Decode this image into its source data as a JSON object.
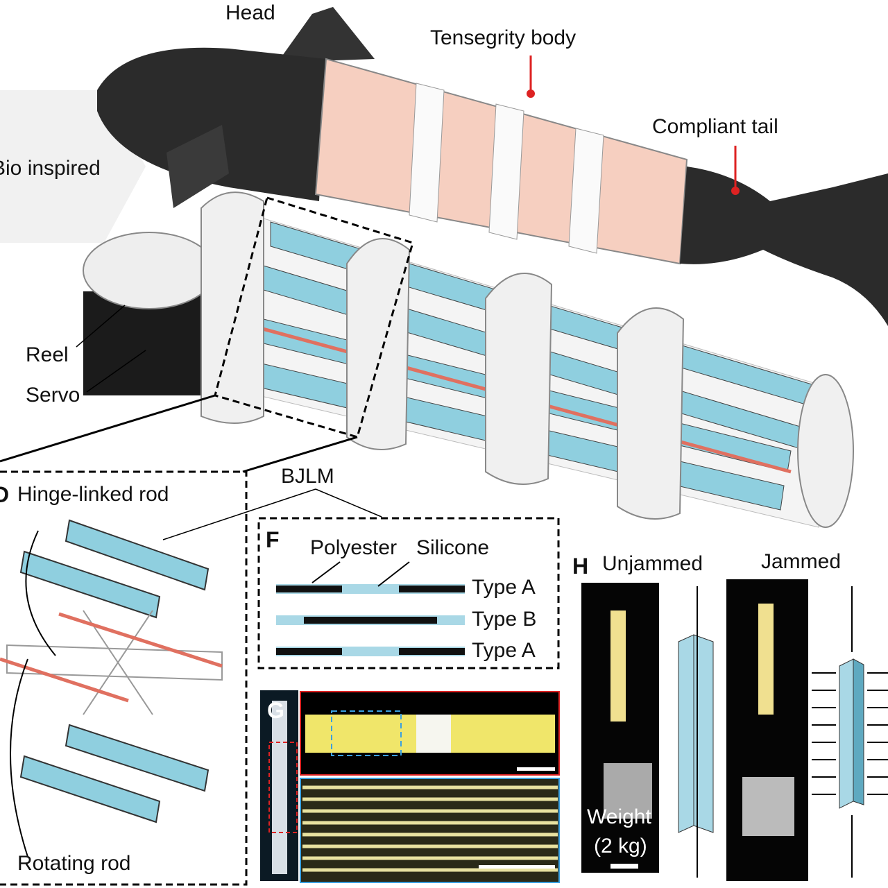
{
  "labels": {
    "head": "Head",
    "tensegrity_body": "Tensegrity body",
    "compliant_tail": "Compliant tail",
    "bio_inspired": "Bio inspired",
    "reel": "Reel",
    "servo": "Servo",
    "bjlm": "BJLM"
  },
  "panel_d": {
    "letter": "D",
    "hinge_linked_rod": "Hinge-linked rod",
    "rotating_rod": "Rotating rod"
  },
  "panel_f": {
    "letter": "F",
    "polyester": "Polyester",
    "silicone": "Silicone",
    "types": [
      "Type A",
      "Type B",
      "Type A"
    ]
  },
  "panel_g": {
    "letter": "G"
  },
  "panel_h": {
    "letter": "H",
    "unjammed": "Unjammed",
    "jammed": "Jammed",
    "weight": "Weight",
    "weight_value": "(2 kg)"
  },
  "colors": {
    "silicone": "#a9d8e6",
    "polyester": "#111111",
    "tendon": "#e07060",
    "fish_body": "#2a2a2a",
    "tensegrity_tint": "#f5c9b8"
  }
}
